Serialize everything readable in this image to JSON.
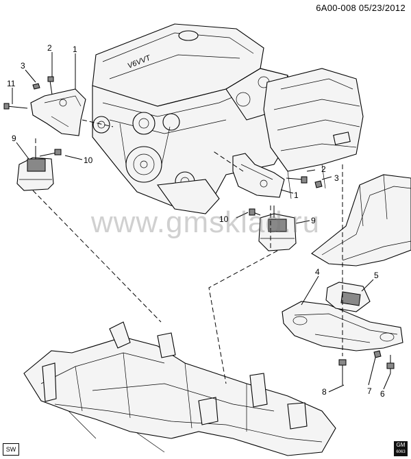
{
  "header": {
    "ref_code": "6A00-008  05/23/2012"
  },
  "watermark": {
    "text": "www.gmsklad.ru"
  },
  "callouts": {
    "c1a": "1",
    "c1b": "1",
    "c2a": "2",
    "c2b": "2",
    "c3a": "3",
    "c3b": "3",
    "c4": "4",
    "c5": "5",
    "c6": "6",
    "c7": "7",
    "c8": "8",
    "c9a": "9",
    "c9b": "9",
    "c10a": "10",
    "c10b": "10",
    "c11": "11"
  },
  "badges": {
    "sw": "SW",
    "gm_top": "GM",
    "gm_bottom": "6063"
  },
  "engine": {
    "cover_text": "V6VVT"
  }
}
